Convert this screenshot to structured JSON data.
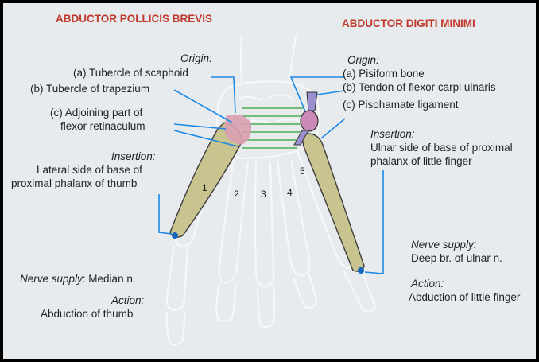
{
  "left": {
    "title": "ABDUCTOR POLLICIS BREVIS",
    "origin_heading": "Origin:",
    "origin_a": "(a) Tubercle  of scaphoid",
    "origin_b": "(b) Tubercle of trapezium",
    "origin_c1": "(c) Adjoining part of",
    "origin_c2": "flexor retinaculum",
    "insertion_heading": "Insertion:",
    "insertion_1": "Lateral side of base of",
    "insertion_2": "proximal phalanx of thumb",
    "nerve_heading": "Nerve supply",
    "nerve_value": ": Median n.",
    "action_heading": "Action:",
    "action_value": "Abduction of thumb"
  },
  "right": {
    "title": "ABDUCTOR DIGITI MINIMI",
    "origin_heading": "Origin:",
    "origin_a": "(a) Pisiform bone",
    "origin_b": "(b) Tendon of flexor carpi ulnaris",
    "origin_c": "(c) Pisohamate ligament",
    "insertion_heading": "Insertion:",
    "insertion_1": "Ulnar side of base of proximal",
    "insertion_2": "phalanx of little finger",
    "nerve_heading": "Nerve supply:",
    "nerve_value": "Deep br. of ulnar n.",
    "action_heading": "Action:",
    "action_value": "Abduction of little finger"
  },
  "digits": [
    "1",
    "2",
    "3",
    "4",
    "5"
  ],
  "colors": {
    "title": "#c0392b",
    "muscle": "#c8c28a",
    "leader": "#1e88e5",
    "retinaculum": "#4caf50",
    "origin_pink": "#d9a0b0",
    "pisiform": "#c98ab5",
    "fcu_tendon": "#9b8fd0",
    "nerve_dot": "#1565c0"
  }
}
